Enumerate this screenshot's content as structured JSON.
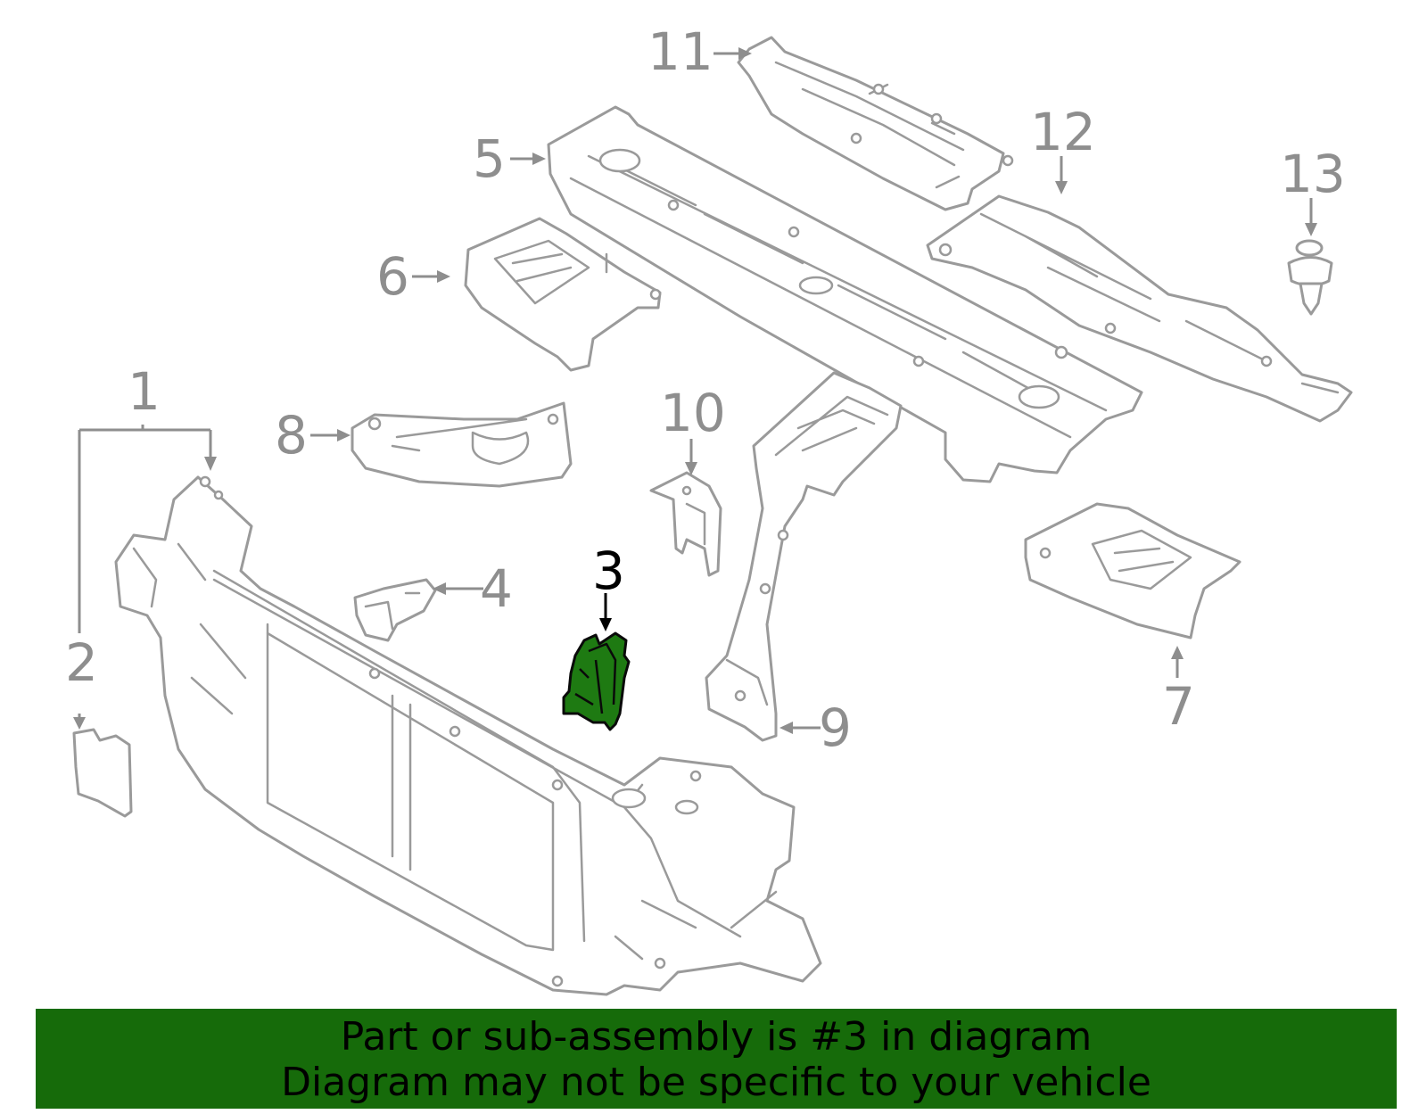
{
  "diagram": {
    "highlight_color": "#1e7a12",
    "line_color": "#9a9a9a",
    "callouts": [
      {
        "id": "1",
        "label": "1"
      },
      {
        "id": "2",
        "label": "2"
      },
      {
        "id": "3",
        "label": "3",
        "active": true
      },
      {
        "id": "4",
        "label": "4"
      },
      {
        "id": "5",
        "label": "5"
      },
      {
        "id": "6",
        "label": "6"
      },
      {
        "id": "7",
        "label": "7"
      },
      {
        "id": "8",
        "label": "8"
      },
      {
        "id": "9",
        "label": "9"
      },
      {
        "id": "10",
        "label": "10"
      },
      {
        "id": "11",
        "label": "11"
      },
      {
        "id": "12",
        "label": "12"
      },
      {
        "id": "13",
        "label": "13"
      }
    ]
  },
  "banner": {
    "color": "#166b0a",
    "line1": "Part or sub-assembly is #3 in diagram",
    "line2": "Diagram may not be specific to your vehicle"
  }
}
